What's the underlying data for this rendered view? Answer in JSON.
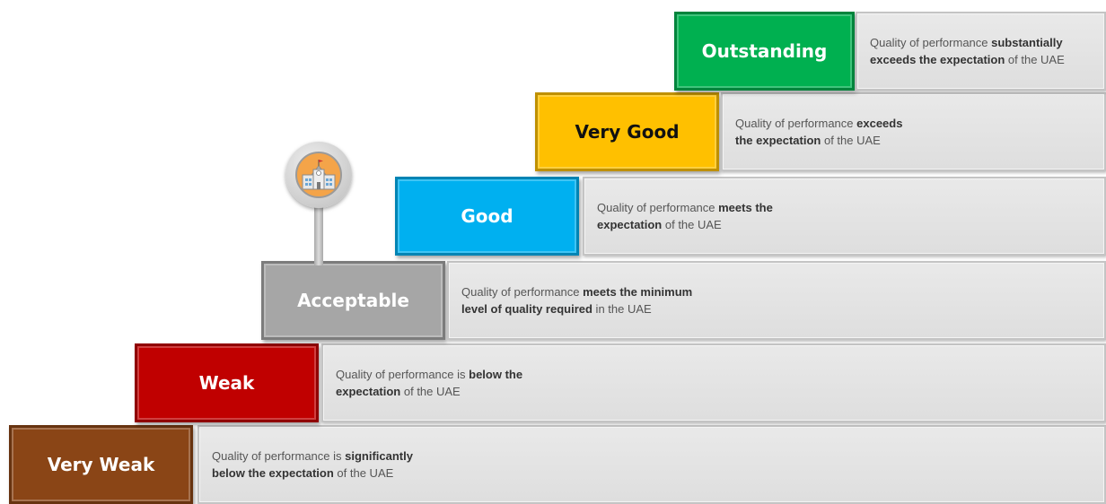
{
  "levels": [
    {
      "label": "Very Weak",
      "color": "#8a4516",
      "desc": [
        {
          "t": "Quality of performance is ",
          "b": false
        },
        {
          "t": "significantly",
          "b": true
        },
        {
          "t": "\n",
          "b": false
        },
        {
          "t": "below the expectation",
          "b": true
        },
        {
          "t": " of the UAE",
          "b": false
        }
      ]
    },
    {
      "label": "Weak",
      "color": "#c00000",
      "desc": [
        {
          "t": "Quality of performance is ",
          "b": false
        },
        {
          "t": "below the",
          "b": true
        },
        {
          "t": "\n",
          "b": false
        },
        {
          "t": "expectation",
          "b": true
        },
        {
          "t": " of the UAE",
          "b": false
        }
      ]
    },
    {
      "label": "Acceptable",
      "color": "#a6a6a6",
      "desc": [
        {
          "t": "Quality of performance ",
          "b": false
        },
        {
          "t": "meets the minimum",
          "b": true
        },
        {
          "t": "\n",
          "b": false
        },
        {
          "t": "level of quality required",
          "b": true
        },
        {
          "t": " in the UAE",
          "b": false
        }
      ]
    },
    {
      "label": "Good",
      "color": "#00b0f0",
      "desc": [
        {
          "t": "Quality of performance ",
          "b": false
        },
        {
          "t": "meets the",
          "b": true
        },
        {
          "t": "\n",
          "b": false
        },
        {
          "t": "expectation",
          "b": true
        },
        {
          "t": " of the UAE",
          "b": false
        }
      ]
    },
    {
      "label": "Very Good",
      "color": "#ffc000",
      "textColor": "#111111",
      "desc": [
        {
          "t": "Quality of performance ",
          "b": false
        },
        {
          "t": "exceeds",
          "b": true
        },
        {
          "t": "\n",
          "b": false
        },
        {
          "t": "the expectation",
          "b": true
        },
        {
          "t": " of the UAE",
          "b": false
        }
      ]
    },
    {
      "label": "Outstanding",
      "color": "#00b050",
      "desc": [
        {
          "t": "Quality of performance ",
          "b": false
        },
        {
          "t": "substantially",
          "b": true
        },
        {
          "t": "\n",
          "b": false
        },
        {
          "t": "exceeds the expectation",
          "b": true
        },
        {
          "t": " of the UAE",
          "b": false
        }
      ]
    }
  ],
  "marker": {
    "icon": "school-building-icon",
    "level": "Acceptable"
  }
}
